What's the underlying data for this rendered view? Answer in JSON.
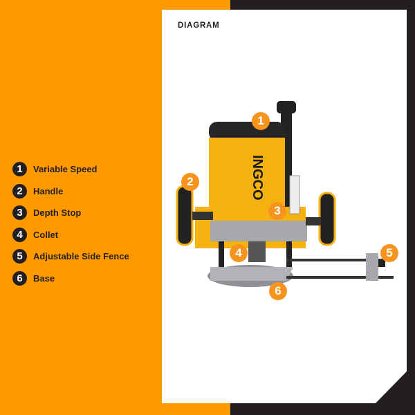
{
  "header": {
    "title": "DIAGRAM"
  },
  "colors": {
    "orange": "#FF9900",
    "dark": "#231F20",
    "callout": "#F7941D",
    "tool_yellow": "#F5B10F",
    "tool_gray": "#A7A9AC"
  },
  "legend": {
    "items": [
      {
        "number": "1",
        "label": "Variable Speed"
      },
      {
        "number": "2",
        "label": "Handle"
      },
      {
        "number": "3",
        "label": "Depth Stop"
      },
      {
        "number": "4",
        "label": "Collet"
      },
      {
        "number": "5",
        "label": "Adjustable Side Fence"
      },
      {
        "number": "6",
        "label": "Base"
      }
    ]
  },
  "image": {
    "brand_text": "INGCO",
    "callouts": [
      "1",
      "2",
      "3",
      "4",
      "5",
      "6"
    ]
  }
}
